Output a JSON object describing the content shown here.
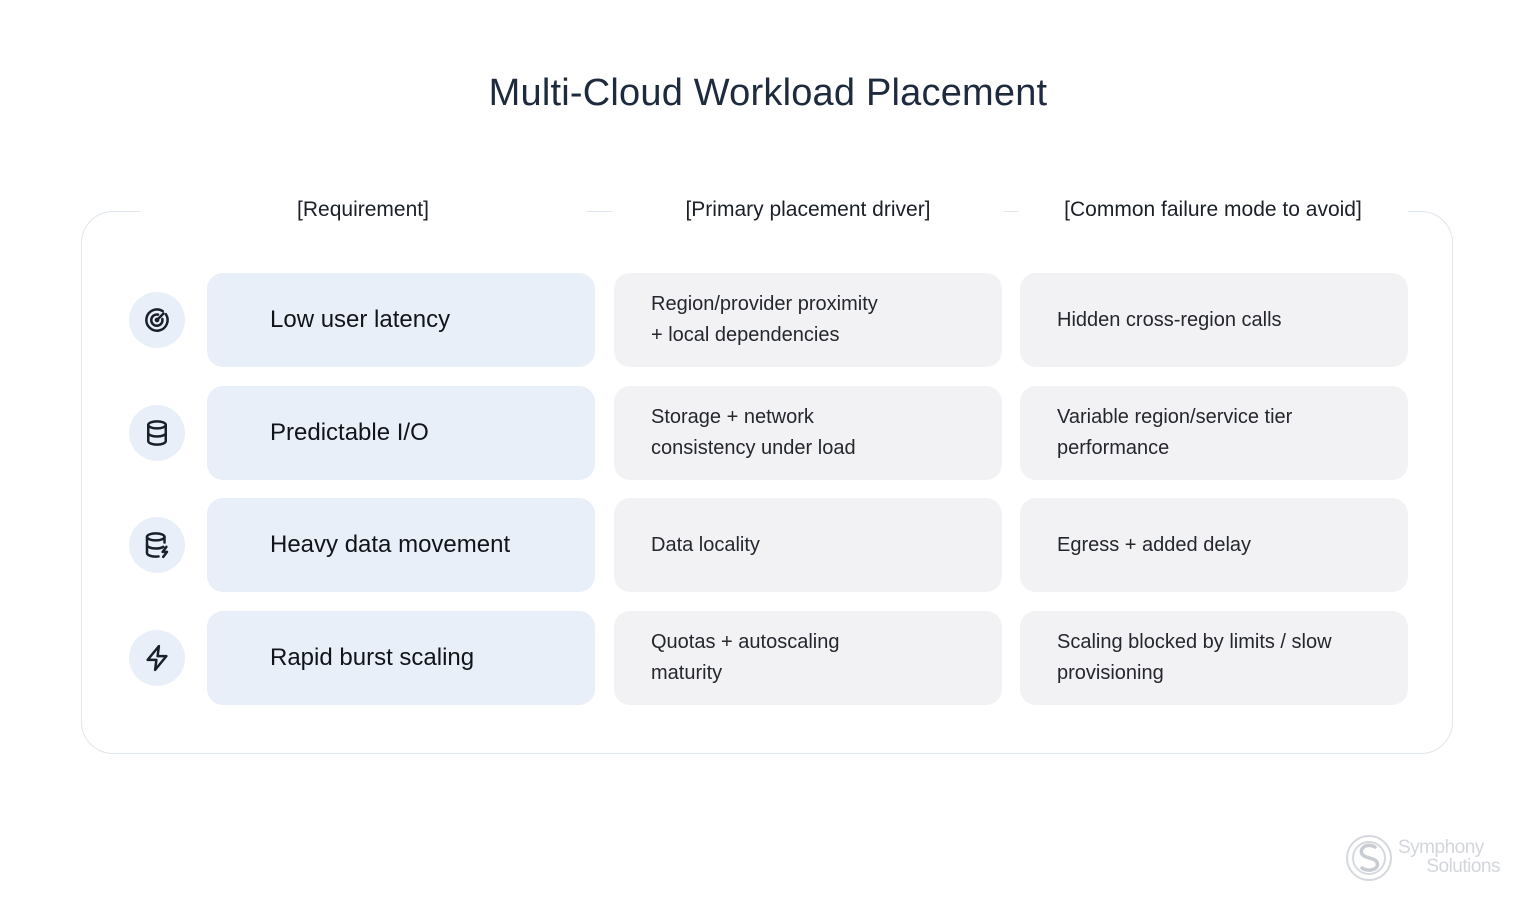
{
  "title": "Multi-Cloud Workload Placement",
  "headers": {
    "requirement": "[Requirement]",
    "driver": "[Primary placement driver]",
    "failure": "[Common failure mode to avoid]"
  },
  "rows": [
    {
      "icon": "gauge-icon",
      "requirement": "Low user latency",
      "driver": [
        "Region/provider proximity",
        "+ local dependencies"
      ],
      "failure": [
        "Hidden cross-region calls"
      ]
    },
    {
      "icon": "database-icon",
      "requirement": "Predictable I/O",
      "driver": [
        "Storage + network",
        "consistency under load"
      ],
      "failure": [
        "Variable region/service tier",
        "performance"
      ]
    },
    {
      "icon": "database-bolt-icon",
      "requirement": "Heavy data movement",
      "driver": [
        "Data locality"
      ],
      "failure": [
        "Egress + added delay"
      ]
    },
    {
      "icon": "lightning-icon",
      "requirement": "Rapid burst scaling",
      "driver": [
        "Quotas + autoscaling",
        "maturity"
      ],
      "failure": [
        "Scaling blocked by limits / slow",
        "provisioning"
      ]
    }
  ],
  "logo": {
    "line1": "Symphony",
    "line2": "Solutions"
  },
  "colors": {
    "requirement_fill": "#e8eff9",
    "cell_fill": "#f2f2f4",
    "frame_border": "#dfe6ee",
    "title": "#1e2a3d"
  }
}
